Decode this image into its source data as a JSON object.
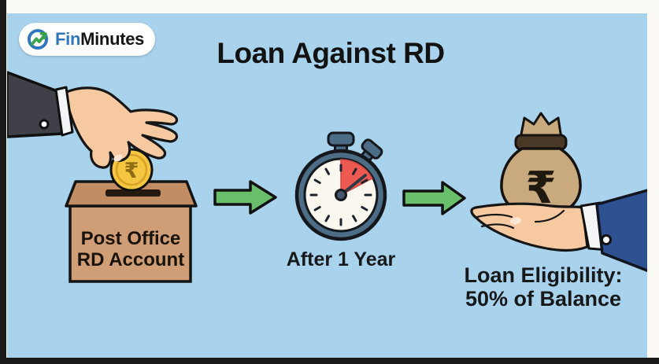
{
  "brand": {
    "name_part1": "Fin",
    "name_part2": "Minutes"
  },
  "title": "Loan Against RD",
  "currency_symbol": "₹",
  "flow": {
    "step1": {
      "caption_line1": "Post Office",
      "caption_line2": "RD Account"
    },
    "step2": {
      "caption": "After 1 Year"
    },
    "step3": {
      "caption_line1": "Loan Eligibility:",
      "caption_line2": "50% of Balance"
    }
  },
  "colors": {
    "canvas_background": "#a9d3ed",
    "page_background": "#fbfaf5",
    "frame_black": "#191919",
    "brand_blue": "#2f76bd",
    "brand_green": "#37a34a",
    "arrow_green": "#69be6c",
    "coin_gold": "#f5c63f",
    "box_brown": "#cf9e76",
    "bag_tan": "#c9aa7e",
    "timer_red": "#ee5a52",
    "timer_slate": "#4d6d86",
    "suit_left": "#404148",
    "suit_right": "#2e5191",
    "skin": "#f7c9a1"
  }
}
